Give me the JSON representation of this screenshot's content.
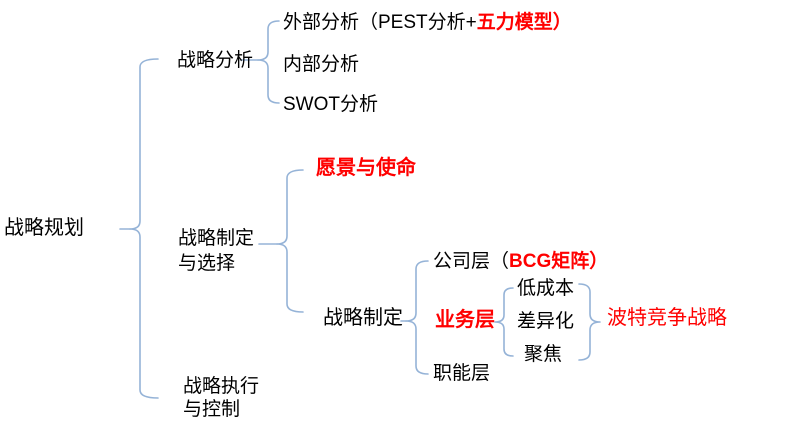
{
  "colors": {
    "connector": "#95B3D7",
    "text": "#000000",
    "highlight": "#FF0000"
  },
  "diagram": {
    "root": "战略规划",
    "branch_analysis": {
      "label": "战略分析",
      "external_prefix": "外部分析（PEST分析+",
      "external_highlight": "五力模型）",
      "internal": "内部分析",
      "swot": "SWOT分析"
    },
    "branch_formulation": {
      "label_line1": "战略制定",
      "label_line2": "与选择",
      "vision": "愿景与使命",
      "formulation": {
        "label": "战略制定",
        "corporate_prefix": "公司层（",
        "corporate_highlight": "BCG矩阵）",
        "business": "业务层",
        "functional": "职能层",
        "business_children": [
          "低成本",
          "差异化",
          "聚焦"
        ],
        "business_note": "波特竞争战略"
      }
    },
    "branch_execution": {
      "label_line1": "战略执行",
      "label_line2": "与控制"
    }
  }
}
